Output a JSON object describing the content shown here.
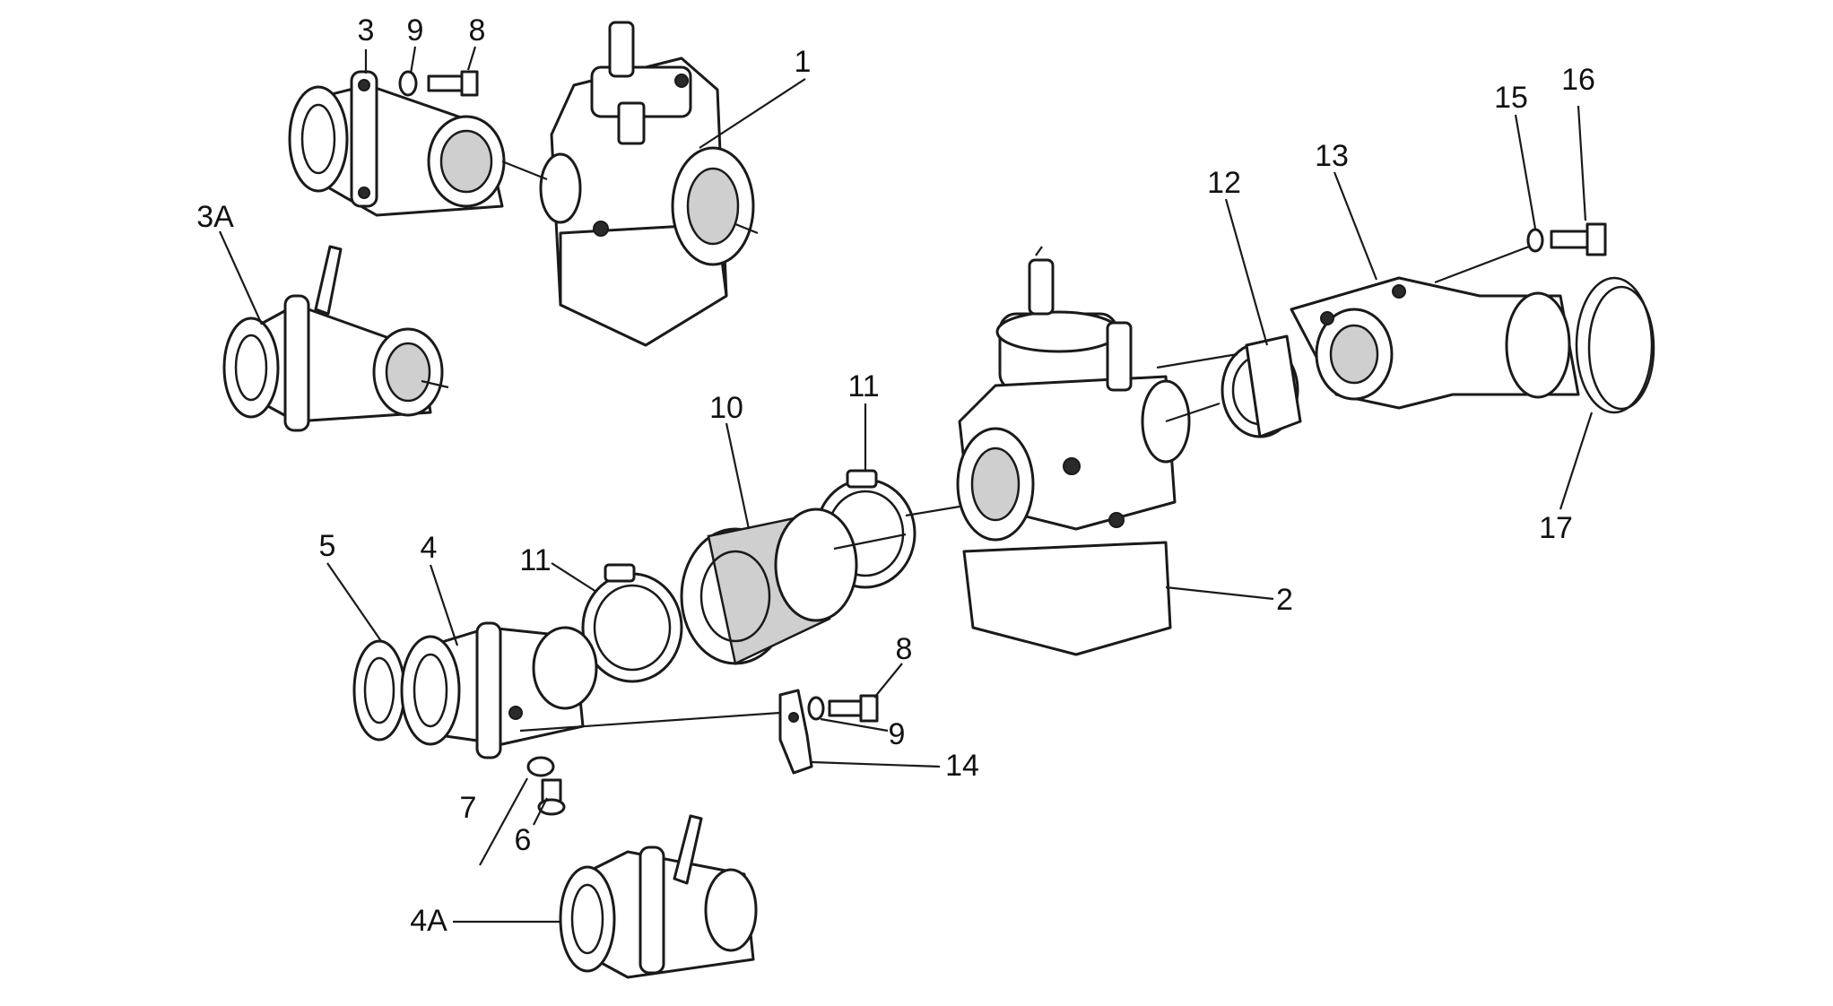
{
  "diagram": {
    "callouts": {
      "c1": "1",
      "c2": "2",
      "c3": "3",
      "c3a": "3A",
      "c4": "4",
      "c4a": "4A",
      "c5": "5",
      "c6": "6",
      "c7": "7",
      "c8_top": "8",
      "c8_bottom": "8",
      "c9_top": "9",
      "c9_bottom": "9",
      "c10": "10",
      "c11_left": "11",
      "c11_right": "11",
      "c12": "12",
      "c13": "13",
      "c14": "14",
      "c15": "15",
      "c16": "16",
      "c17": "17"
    }
  }
}
